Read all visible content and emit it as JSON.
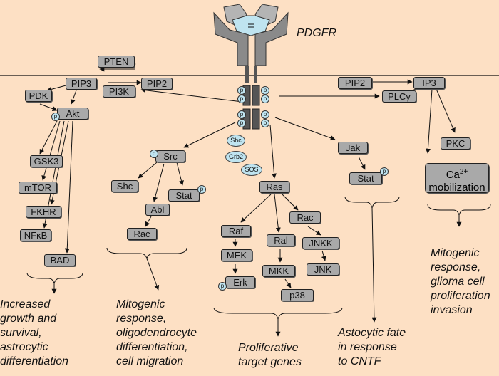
{
  "receptor_label": "PDGFR",
  "phospho": "p",
  "boxes": {
    "pten": "PTEN",
    "pip3": "PIP3",
    "pip2_left": "PIP2",
    "pdk": "PDK",
    "pi3k": "PI3K",
    "akt": "Akt",
    "gsk3": "GSK3",
    "mtor": "mTOR",
    "fkhr": "FKHR",
    "nfkb": "NFκB",
    "bad": "BAD",
    "src": "Src",
    "shc_box": "Shc",
    "stat_left": "Stat",
    "abl": "Abl",
    "rac_left": "Rac",
    "ras": "Ras",
    "raf": "Raf",
    "mek": "MEK",
    "erk": "Erk",
    "ral": "Ral",
    "mkk": "MKK",
    "p38": "p38",
    "rac_mid": "Rac",
    "jnkk": "JNKK",
    "jnk": "JNK",
    "pip2_right": "PIP2",
    "ip3": "IP3",
    "plc": "PLCγ",
    "jak": "Jak",
    "stat_right": "Stat",
    "pkc": "PKC",
    "ca_base": "Ca",
    "ca_sup": "2+",
    "ca_line2": "mobilization"
  },
  "adaptors": {
    "shc": "Shc",
    "grb2": "Grb2",
    "sos": "SOS"
  },
  "outcomes": {
    "akt": [
      "Increased",
      "growth and",
      "survival,",
      "astrocytic",
      "differentiation"
    ],
    "src": [
      "Mitogenic",
      "response,",
      "oligodendrocyte",
      "differentiation,",
      "cell migration"
    ],
    "ras": [
      "Proliferative",
      "target genes"
    ],
    "jak": [
      "Astocytic fate",
      "in response",
      "to CNTF"
    ],
    "plc": [
      "Mitogenic",
      "response,",
      "glioma cell",
      "proliferation",
      "invasion"
    ]
  },
  "colors": {
    "background": "#fde0c4",
    "box_fill": "#a9a9a9",
    "adaptor_fill": "#bfe4f0",
    "receptor_fill": "#b4b4b4",
    "receptor_dark": "#444444"
  }
}
